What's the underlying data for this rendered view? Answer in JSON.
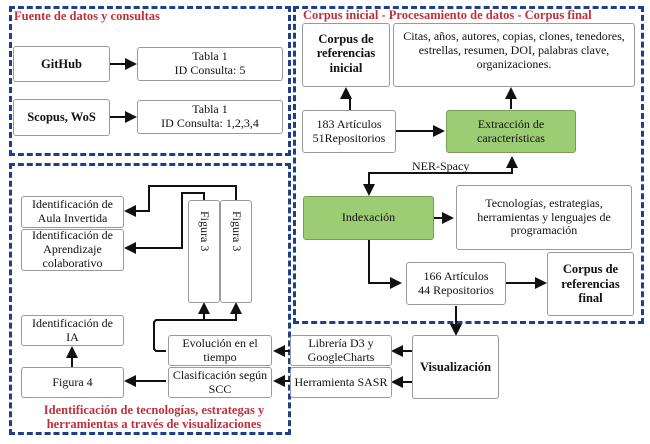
{
  "regions": {
    "sources": {
      "title": "Fuente de datos y consultas"
    },
    "corpus": {
      "title": "Corpus inicial - Procesamiento de datos - Corpus final"
    },
    "identification": {
      "title_line1": "Identificación de tecnologías, estrategas y",
      "title_line2": "herramientas a través de visualizaciones"
    }
  },
  "sources": {
    "github": "GitHub",
    "github_table_line1": "Tabla 1",
    "github_table_line2": "ID Consulta: 5",
    "scopus": "Scopus, WoS",
    "scopus_table_line1": "Tabla 1",
    "scopus_table_line2": "ID Consulta: 1,2,3,4"
  },
  "corpus": {
    "initial_corpus_line1": "Corpus de",
    "initial_corpus_line2": "referencias",
    "initial_corpus_line3": "inicial",
    "attributes_line1": "Citas, años, autores, copias, clones, tenedores,",
    "attributes_line2": "estrellas, resumen, DOI, palabras clave,",
    "attributes_line3": "organizaciones.",
    "initial_count_line1": "183 Artículos",
    "initial_count_line2": "51Repositorios",
    "extraction_line1": "Extracción de",
    "extraction_line2": "características",
    "ner_label": "NER-Spacy",
    "indexing": "Indexación",
    "technologies_line1": "Tecnologías, estrategias,",
    "technologies_line2": "herramientas y lenguajes de",
    "technologies_line3": "programación",
    "final_count_line1": "166 Artículos",
    "final_count_line2": "44 Repositorios",
    "final_corpus_line1": "Corpus de",
    "final_corpus_line2": "referencias",
    "final_corpus_line3": "final"
  },
  "visualization": {
    "main": "Visualización",
    "d3_line1": "Librería D3 y",
    "d3_line2": "GoogleCharts",
    "sasr": "Herramienta SASR"
  },
  "identification": {
    "flipped_line1": "Identificación de",
    "flipped_line2": "Aula Invertida",
    "collab_line1": "Identificación de",
    "collab_line2": "Aprendizaje",
    "collab_line3": "colaborativo",
    "figure3_a": "Figura 3",
    "figure3_b": "Figura 3",
    "ai_line1": "Identificación de",
    "ai_line2": "IA",
    "figure4": "Figura 4",
    "evolution_line1": "Evolución en el",
    "evolution_line2": "tiempo",
    "classification_line1": "Clasificación según",
    "classification_line2": "SCC"
  }
}
